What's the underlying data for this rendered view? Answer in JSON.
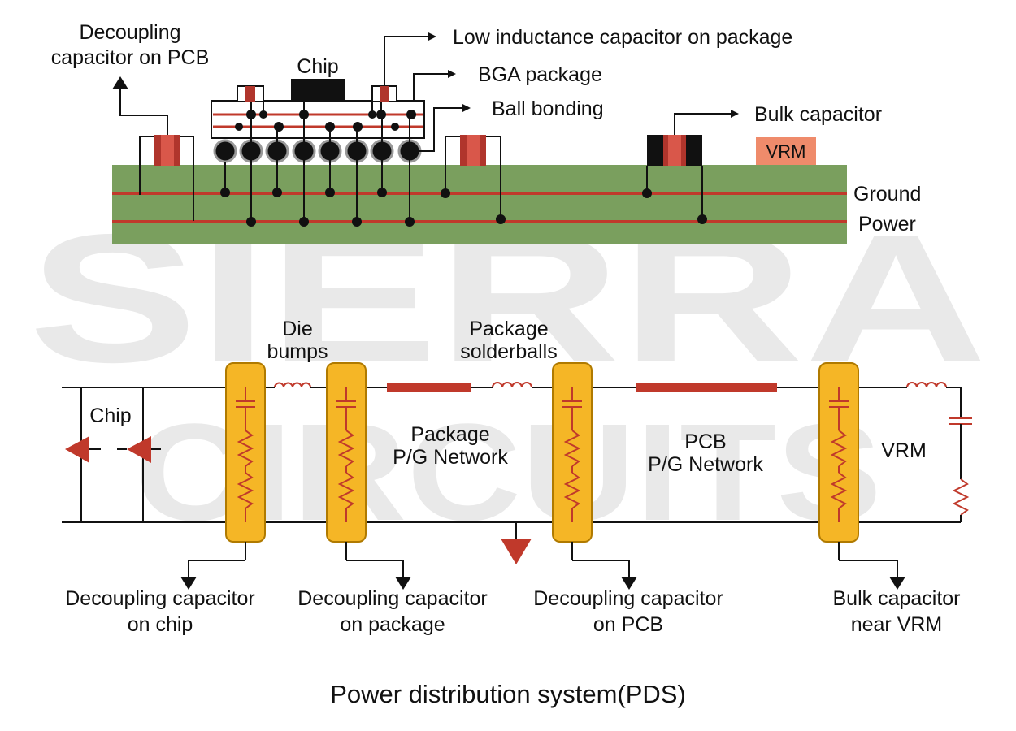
{
  "watermark": {
    "line1": "SIERRA",
    "line2": "CIRCUITS"
  },
  "colors": {
    "board": "#7a9f5e",
    "trace": "#c0392b",
    "cap_body": "#b0352c",
    "vrm_fill": "#ef8b6b",
    "highlight": "#f5b626",
    "highlight_edge": "#b07a00",
    "ink": "#111111"
  },
  "top": {
    "labels": {
      "decoupling_pcb_line1": "Decoupling",
      "decoupling_pcb_line2": "capacitor on PCB",
      "chip": "Chip",
      "low_inductance": "Low inductance capacitor on package",
      "bga": "BGA package",
      "ball_bonding": "Ball bonding",
      "bulk": "Bulk capacitor",
      "vrm": "VRM",
      "ground": "Ground",
      "power": "Power"
    }
  },
  "bottom": {
    "labels": {
      "die_bumps_line1": "Die",
      "die_bumps_line2": "bumps",
      "solderballs_line1": "Package",
      "solderballs_line2": "solderballs",
      "chip": "Chip",
      "pkg_net_line1": "Package",
      "pkg_net_line2": "P/G Network",
      "pcb_net_line1": "PCB",
      "pcb_net_line2": "P/G Network",
      "vrm": "VRM",
      "cap_chip_line1": "Decoupling capacitor",
      "cap_chip_line2": "on chip",
      "cap_pkg_line1": "Decoupling capacitor",
      "cap_pkg_line2": "on package",
      "cap_pcb_line1": "Decoupling capacitor",
      "cap_pcb_line2": "on PCB",
      "bulk_line1": "Bulk capacitor",
      "bulk_line2": "near VRM"
    }
  },
  "title": "Power distribution system(PDS)"
}
